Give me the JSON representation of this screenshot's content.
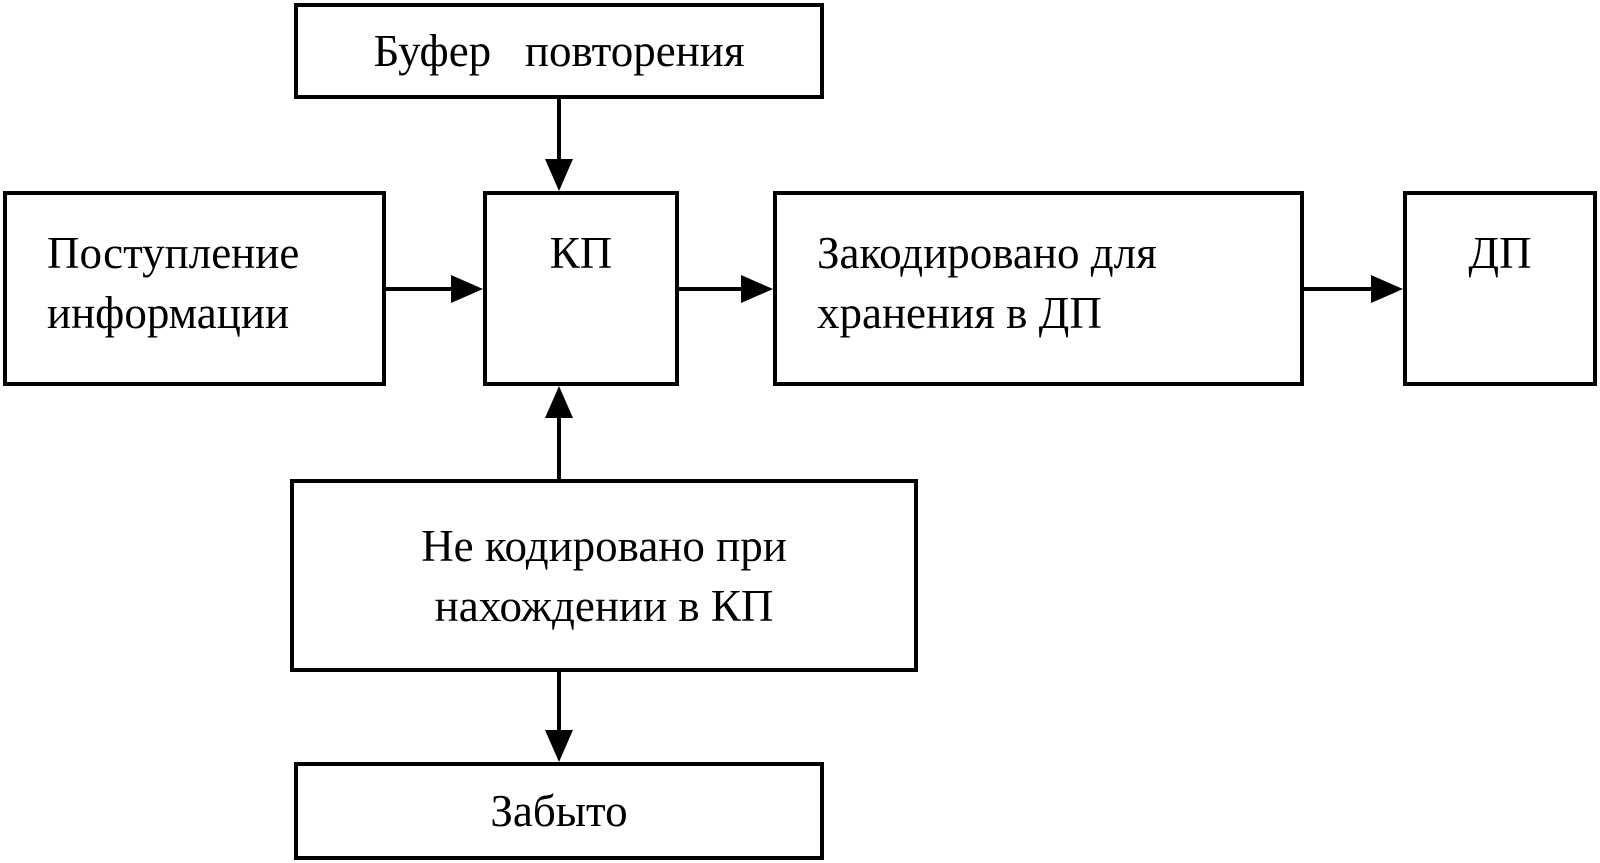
{
  "boxes": {
    "buffer": {
      "lines": [
        "Буфер   повторения"
      ]
    },
    "input": {
      "lines": [
        "Поступление",
        "информации"
      ]
    },
    "kp": {
      "lines": [
        "КП"
      ]
    },
    "encoded": {
      "lines": [
        "Закодировано для",
        "хранения в ДП"
      ]
    },
    "dp": {
      "lines": [
        "ДП"
      ]
    },
    "not_encoded": {
      "lines": [
        "Не кодировано при",
        "нахождении в КП"
      ]
    },
    "forgotten": {
      "lines": [
        "Забыто"
      ]
    }
  },
  "colors": {
    "stroke": "#000000",
    "background": "#ffffff"
  }
}
